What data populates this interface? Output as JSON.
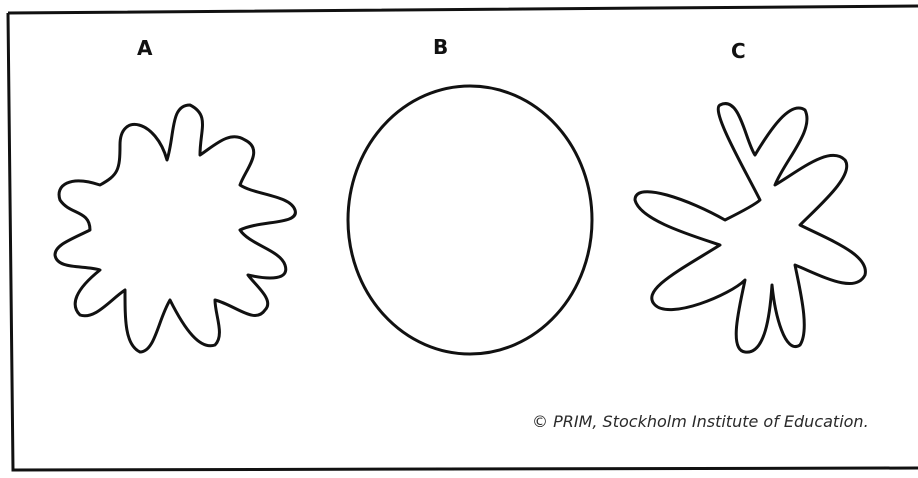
{
  "labels": {
    "a": "A",
    "b": "B",
    "c": "C"
  },
  "credit": "© PRIM, Stockholm Institute of Education."
}
